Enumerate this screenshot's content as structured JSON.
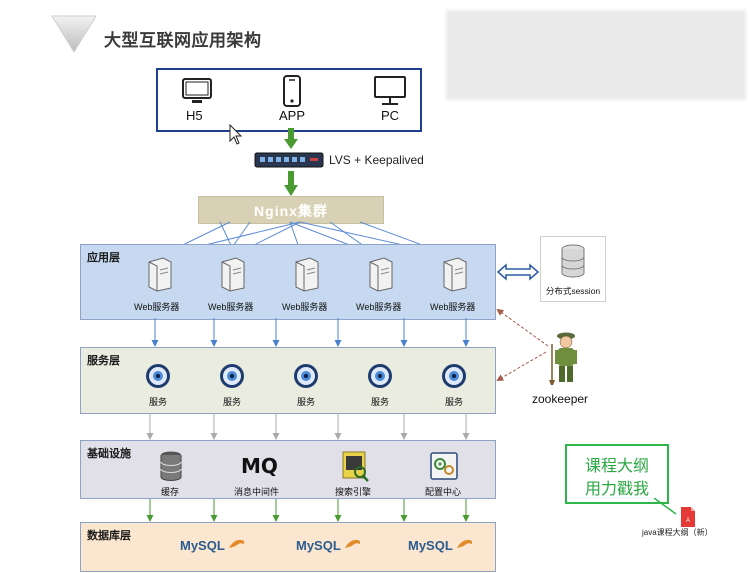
{
  "slide": {
    "title": "大型互联网应用架构"
  },
  "clients": {
    "h5": "H5",
    "app": "APP",
    "pc": "PC"
  },
  "lvs_label": "LVS + Keepalived",
  "nginx_label": "Nginx集群",
  "app_layer": {
    "title": "应用层",
    "servers": [
      "Web服务器",
      "Web服务器",
      "Web服务器",
      "Web服务器",
      "Web服务器"
    ]
  },
  "session_label": "分布式session",
  "service_layer": {
    "title": "服务层",
    "services": [
      "服务",
      "服务",
      "服务",
      "服务",
      "服务"
    ]
  },
  "zookeeper_label": "zookeeper",
  "base_layer": {
    "title": "基础设施",
    "cache_label": "缓存",
    "mq_icon_text": "MQ",
    "mq_label": "消息中间件",
    "search_label": "搜索引擎",
    "config_label": "配置中心"
  },
  "db_layer": {
    "title": "数据库层",
    "logo_text": "MySQL"
  },
  "promo": {
    "line1": "课程大纲",
    "line2": "用力戳我"
  },
  "file_label": "java课程大纲（新）",
  "colors": {
    "frame_blue": "#1f3f8a",
    "arrow_green": "#4a9a32",
    "connector_blue": "#5b8bd6",
    "app_layer_bg": "#c6d9f0",
    "service_layer_bg": "#e9ecdf",
    "base_layer_bg": "#e1dfe7",
    "db_layer_bg": "#fbe6cf",
    "promo_green": "#2aa843"
  }
}
